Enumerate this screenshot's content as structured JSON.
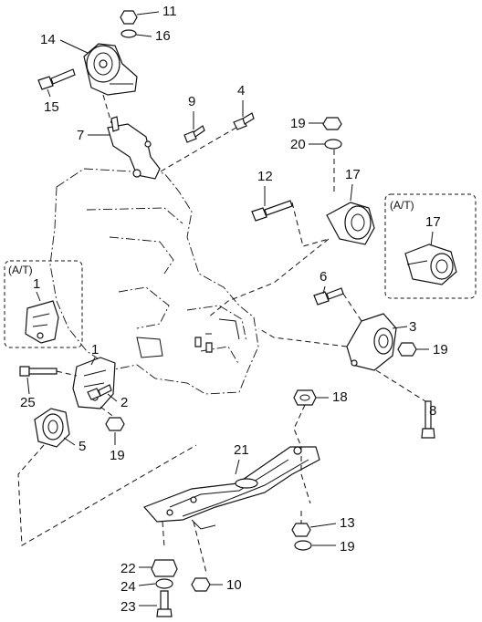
{
  "diagram": {
    "inset_left_label": "(A/T)",
    "inset_right_label": "(A/T)",
    "callouts": {
      "c1_inset": "1",
      "c1": "1",
      "c2": "2",
      "c3": "3",
      "c4": "4",
      "c5": "5",
      "c6": "6",
      "c7": "7",
      "c8": "8",
      "c9": "9",
      "c10": "10",
      "c11": "11",
      "c12": "12",
      "c13": "13",
      "c14": "14",
      "c15": "15",
      "c16": "16",
      "c17": "17",
      "c17_inset": "17",
      "c18": "18",
      "c19_top": "19",
      "c19_mid": "19",
      "c19_left": "19",
      "c19_bot": "19",
      "c20": "20",
      "c21": "21",
      "c22": "22",
      "c23": "23",
      "c24": "24",
      "c25": "25"
    }
  }
}
